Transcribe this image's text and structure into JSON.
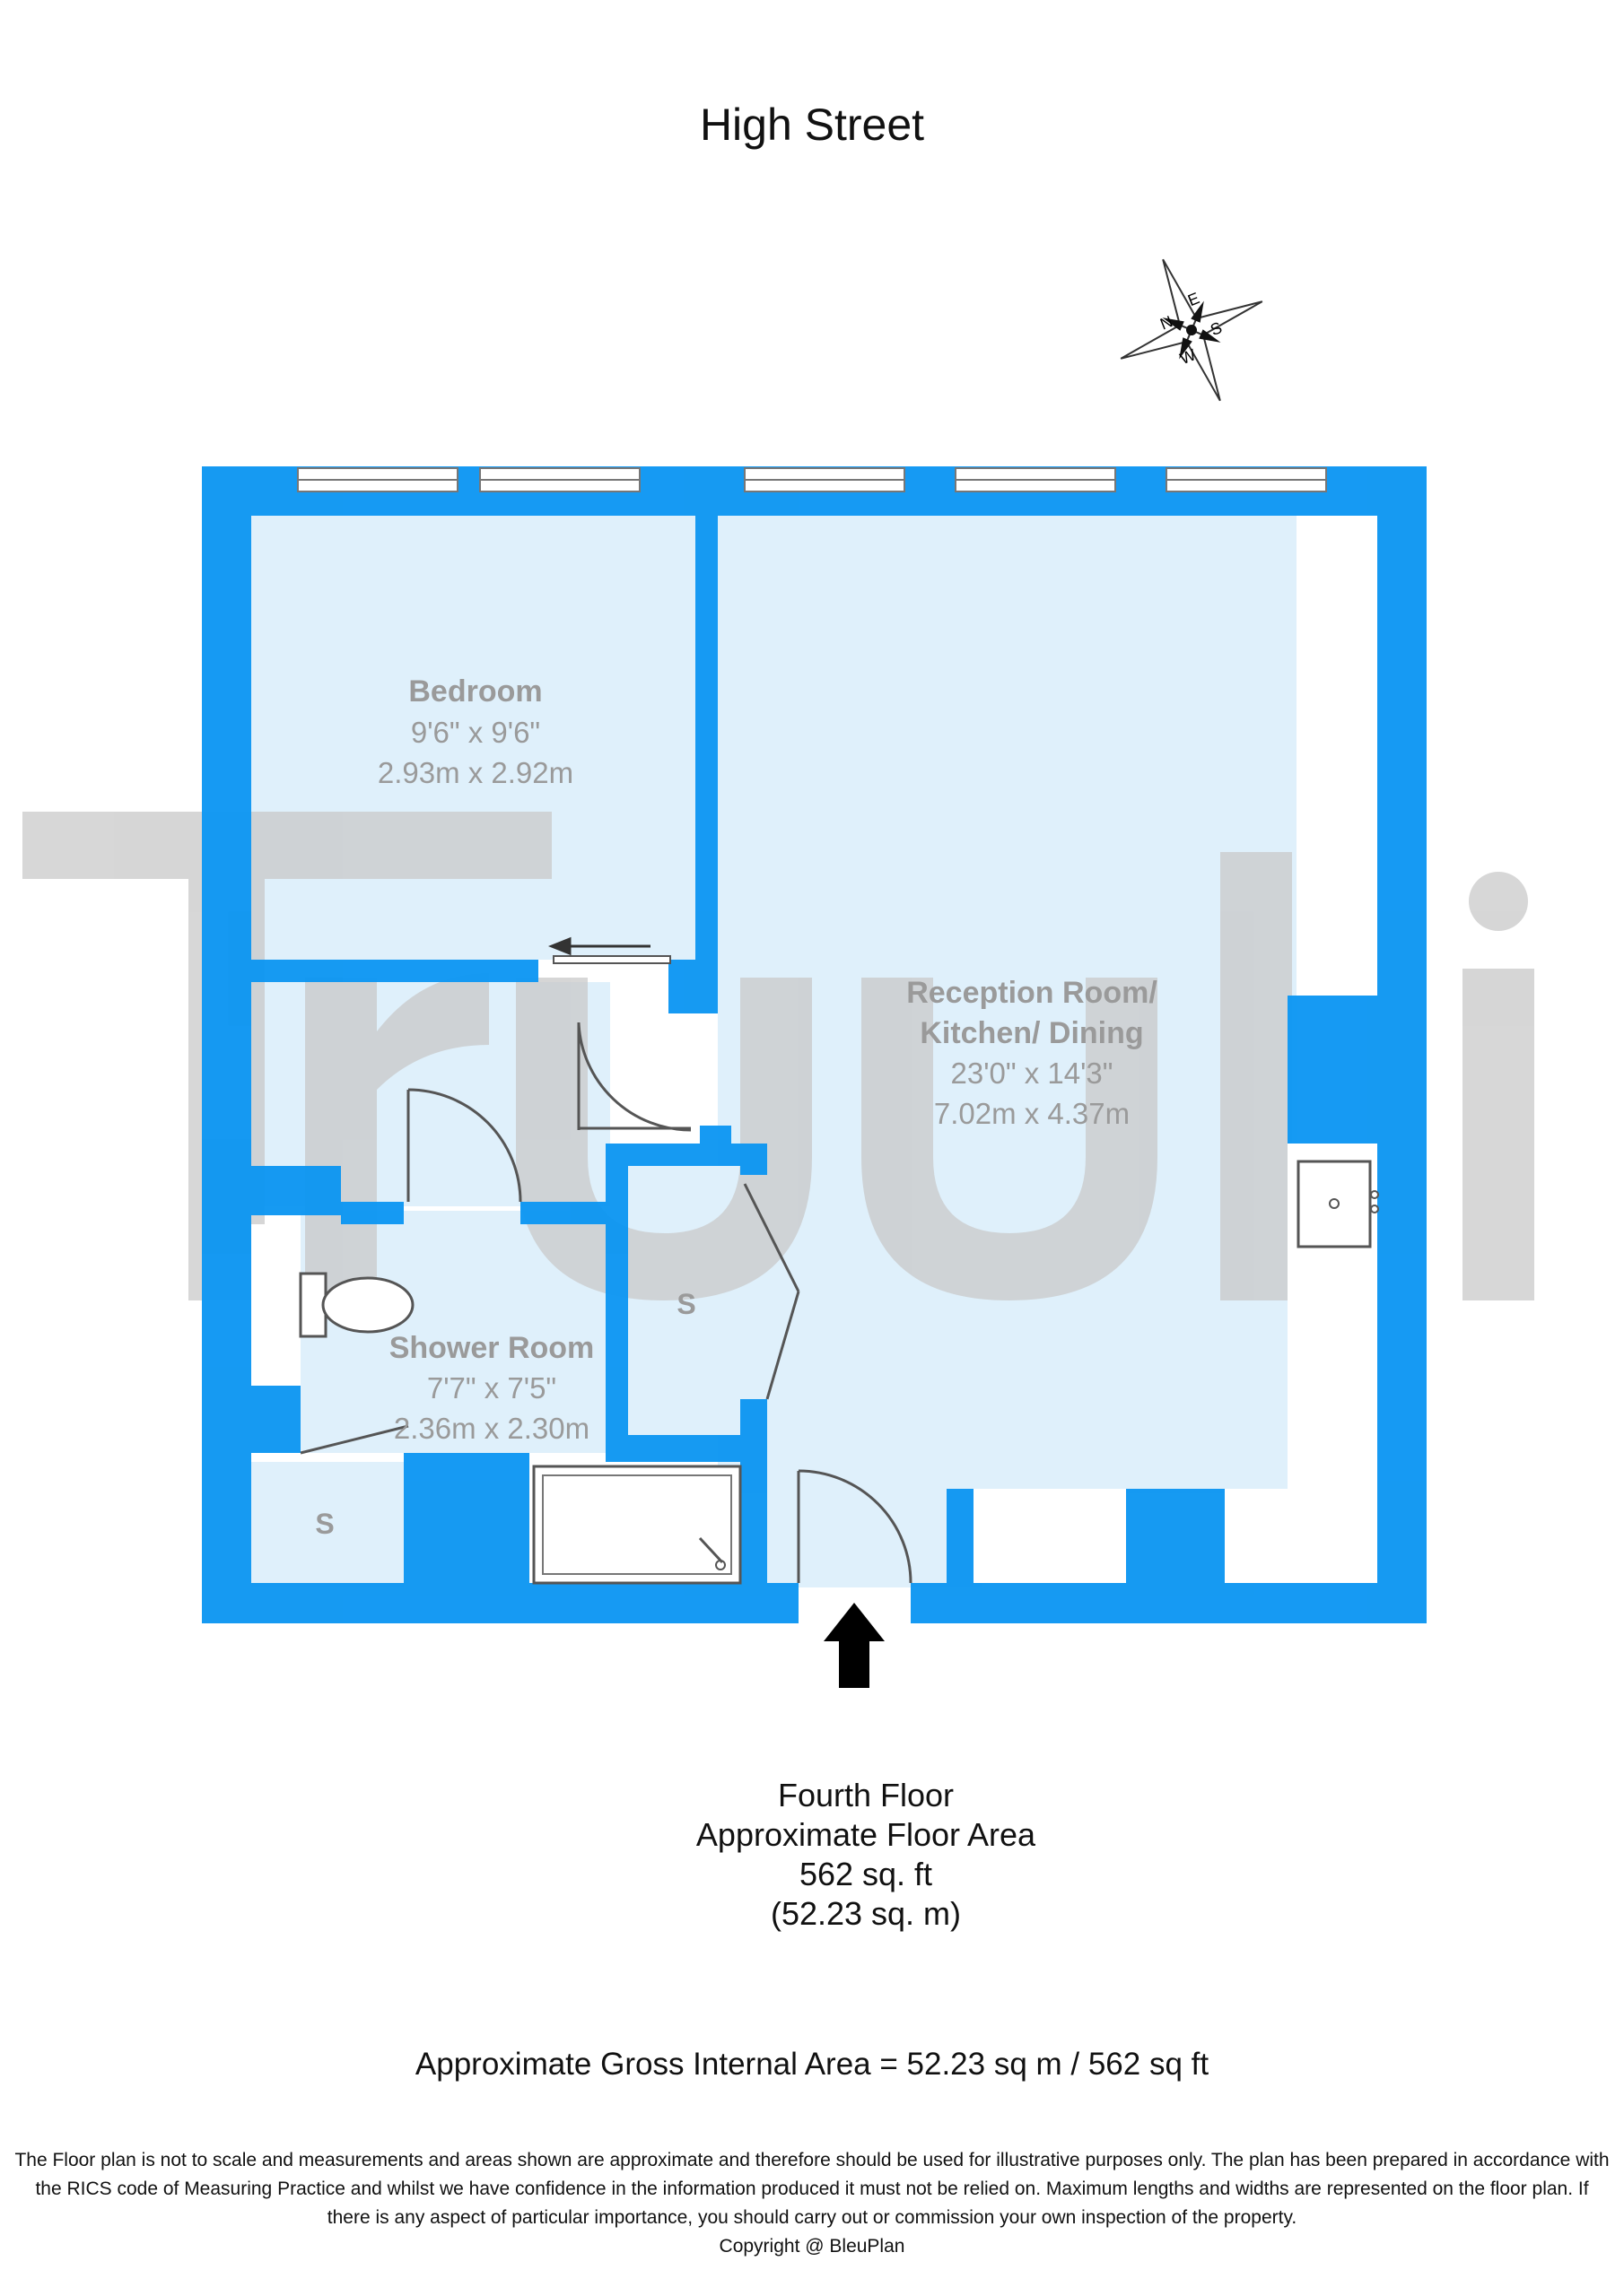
{
  "header": {
    "street": "High Street"
  },
  "watermark": {
    "text": "Truuli"
  },
  "compass": {
    "labels": [
      "N",
      "E",
      "S",
      "W"
    ]
  },
  "rooms": {
    "bedroom": {
      "name": "Bedroom",
      "imperial": "9'6\" x 9'6\"",
      "metric": "2.93m x 2.92m"
    },
    "reception": {
      "name_line1": "Reception Room/",
      "name_line2": "Kitchen/ Dining",
      "imperial": "23'0\" x 14'3\"",
      "metric": "7.02m x 4.37m"
    },
    "shower": {
      "name": "Shower Room",
      "imperial": "7'7\" x 7'5\"",
      "metric": "2.36m x 2.30m"
    },
    "storage_label": "S"
  },
  "floor": {
    "name": "Fourth Floor",
    "area_label": "Approximate Floor Area",
    "area_sqft": "562 sq. ft",
    "area_sqm": "(52.23 sq. m)"
  },
  "gross_area": "Approximate Gross Internal Area = 52.23 sq m / 562 sq ft",
  "disclaimer": {
    "line1": "The Floor plan is not to scale and measurements and areas shown are approximate and therefore should be used for illustrative purposes only. The plan has been prepared in accordance with",
    "line2": "the RICS code of Measuring Practice and whilst we have confidence in the information produced it must not be relied on. Maximum lengths and widths are represented on the floor plan. If",
    "line3": "there is any aspect of particular importance, you should carry out or commission your own inspection of the property.",
    "copyright": "Copyright @ BleuPlan"
  },
  "colors": {
    "wall": "#0d96f2",
    "floor": "#dff0fb",
    "text_grey": "#9a9a9a",
    "watermark": "#c9c9c9"
  }
}
